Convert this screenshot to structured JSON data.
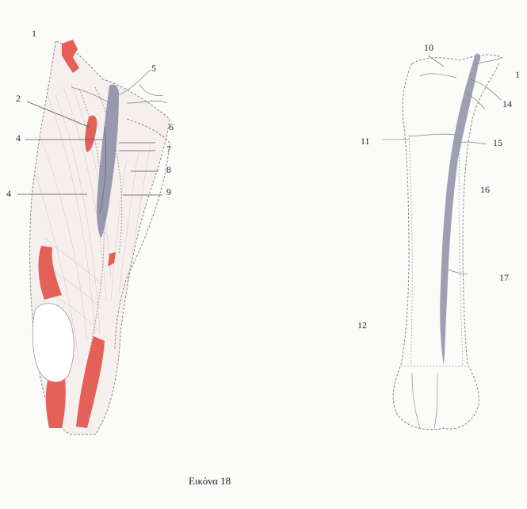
{
  "figure": {
    "caption": "Εικόνα 18",
    "left_labels": [
      "1",
      "2",
      "4",
      "4",
      "5",
      "6",
      "7",
      "8",
      "9"
    ],
    "right_labels": [
      "10",
      "1",
      "14",
      "11",
      "15",
      "16",
      "17",
      "12"
    ],
    "colors": {
      "muscle": "#e6605a",
      "vein": "#8e8ea6",
      "outline": "#8a8a8a",
      "fiber": "#cfcfcf",
      "tissue": "#f4f0ef"
    }
  }
}
